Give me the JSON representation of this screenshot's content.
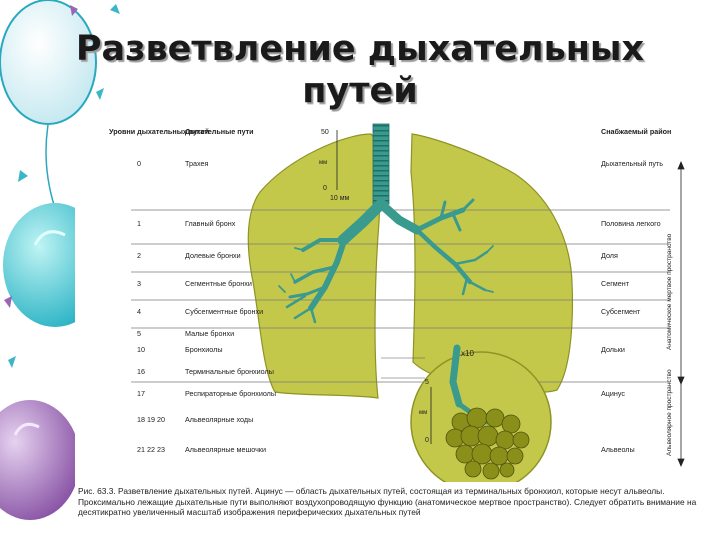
{
  "slide": {
    "title_line1": "Разветвление дыхательных",
    "title_line2": "путей"
  },
  "figure": {
    "header_levels": "Уровни дыхательных путей",
    "header_airways": "Дыхательные пути",
    "header_supply": "Снабжаемый район",
    "scale_top": "50",
    "scale_unit_top": "мм",
    "scale_zero": "0",
    "scale_bottom": "10 мм",
    "zoom_label": "x10",
    "inset_scale_top": "5",
    "inset_scale_unit": "мм",
    "inset_scale_zero": "0",
    "dead_space_anatomic": "Анатомическое мертвое пространство",
    "dead_space_alveolar": "Альвеолярное пространство",
    "rows": [
      {
        "level": "0",
        "airway": "Трахея",
        "region": "Дыхательный путь"
      },
      {
        "level": "1",
        "airway": "Главный бронх",
        "region": "Половина легкого"
      },
      {
        "level": "2",
        "airway": "Долевые бронхи",
        "region": "Доля"
      },
      {
        "level": "3",
        "airway": "Сегментные бронхи",
        "region": "Сегмент"
      },
      {
        "level": "4",
        "airway": "Субсегментные бронхи",
        "region": "Субсегмент"
      },
      {
        "level": "5",
        "airway": "Малые бронхи",
        "region": ""
      },
      {
        "level": "10",
        "airway": "Бронхиолы",
        "region": "Дольки"
      },
      {
        "level": "16",
        "airway": "Терминальные бронхиолы",
        "region": ""
      },
      {
        "level": "17",
        "airway": "Респираторные бронхиолы",
        "region": "Ацинус"
      },
      {
        "level": "18 19 20",
        "airway": "Альвеолярные ходы",
        "region": ""
      },
      {
        "level": "21 22 23",
        "airway": "Альвеолярные мешочки",
        "region": "Альвеолы"
      }
    ],
    "caption": "Рис. 63.3. Разветвление дыхательных путей. Ацинус — область дыхательных путей, состоящая из терминальных бронхиол, которые несут альвеолы. Проксимально лежащие дыхательные пути выполняют воздухопроводящую функцию (анатомическое мертвое пространство). Следует обратить внимание на десятикратно увеличенный масштаб изображения периферических дыхательных путей"
  },
  "colors": {
    "lung": "#c4c84a",
    "airway": "#3a9a8e",
    "alveoli": "#8a8f1a"
  }
}
